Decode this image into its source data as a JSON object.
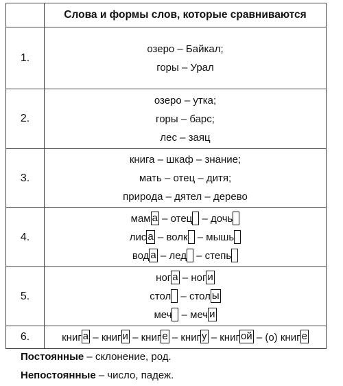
{
  "table": {
    "header": "Слова и формы слов, которые сравниваются",
    "rows": [
      {
        "num": "1.",
        "lines": [
          "озеро – Байкал;",
          "горы – Урал"
        ]
      },
      {
        "num": "2.",
        "lines": [
          "озеро – утка;",
          "горы – барс;",
          "лес – заяц"
        ]
      },
      {
        "num": "3.",
        "lines": [
          "книга – шкаф – знание;",
          "мать – отец – дитя;",
          "природа – дятел – дерево"
        ]
      },
      {
        "num": "4.",
        "parts": [
          [
            [
              "мам",
              "а"
            ],
            " – ",
            [
              "отец",
              ""
            ],
            " – ",
            [
              "дочь",
              ""
            ]
          ],
          [
            [
              "лис",
              "а"
            ],
            " – ",
            [
              "волк",
              ""
            ],
            " – ",
            [
              "мышь",
              ""
            ]
          ],
          [
            [
              "вод",
              "а"
            ],
            " – ",
            [
              "лед",
              ""
            ],
            " – ",
            [
              "степь",
              ""
            ]
          ]
        ]
      },
      {
        "num": "5.",
        "parts": [
          [
            [
              "ног",
              "а"
            ],
            " – ",
            [
              "ног",
              "и"
            ]
          ],
          [
            [
              "стол",
              ""
            ],
            " – ",
            [
              "стол",
              "ы"
            ]
          ],
          [
            [
              "меч",
              ""
            ],
            " – ",
            [
              "меч",
              "и"
            ]
          ]
        ]
      },
      {
        "num": "6.",
        "parts": [
          [
            [
              "книг",
              "а"
            ],
            " – ",
            [
              "книг",
              "и"
            ],
            " – ",
            [
              "книг",
              "е"
            ],
            " – ",
            [
              "книг",
              "у"
            ],
            " – ",
            [
              "книг",
              "ой"
            ],
            " – (о) ",
            [
              "книг",
              "е"
            ]
          ]
        ]
      }
    ]
  },
  "notes": {
    "constant_label": "Постоянные",
    "constant_text": " – склонение, род.",
    "variable_label": "Непостоянные",
    "variable_text": " – число, падеж."
  }
}
